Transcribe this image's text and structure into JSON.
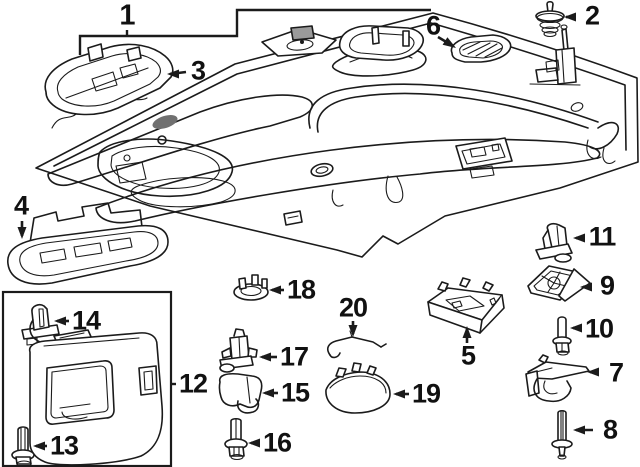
{
  "diagram": {
    "background_color": "#ffffff",
    "line_color": "#1b1b1b",
    "shade_color": "#9a9a9a",
    "callouts": [
      {
        "number": "1"
      },
      {
        "number": "2"
      },
      {
        "number": "3"
      },
      {
        "number": "4"
      },
      {
        "number": "5"
      },
      {
        "number": "6"
      },
      {
        "number": "7"
      },
      {
        "number": "8"
      },
      {
        "number": "9"
      },
      {
        "number": "10"
      },
      {
        "number": "11"
      },
      {
        "number": "12"
      },
      {
        "number": "13"
      },
      {
        "number": "14"
      },
      {
        "number": "15"
      },
      {
        "number": "16"
      },
      {
        "number": "17"
      },
      {
        "number": "18"
      },
      {
        "number": "19"
      },
      {
        "number": "20"
      }
    ]
  }
}
